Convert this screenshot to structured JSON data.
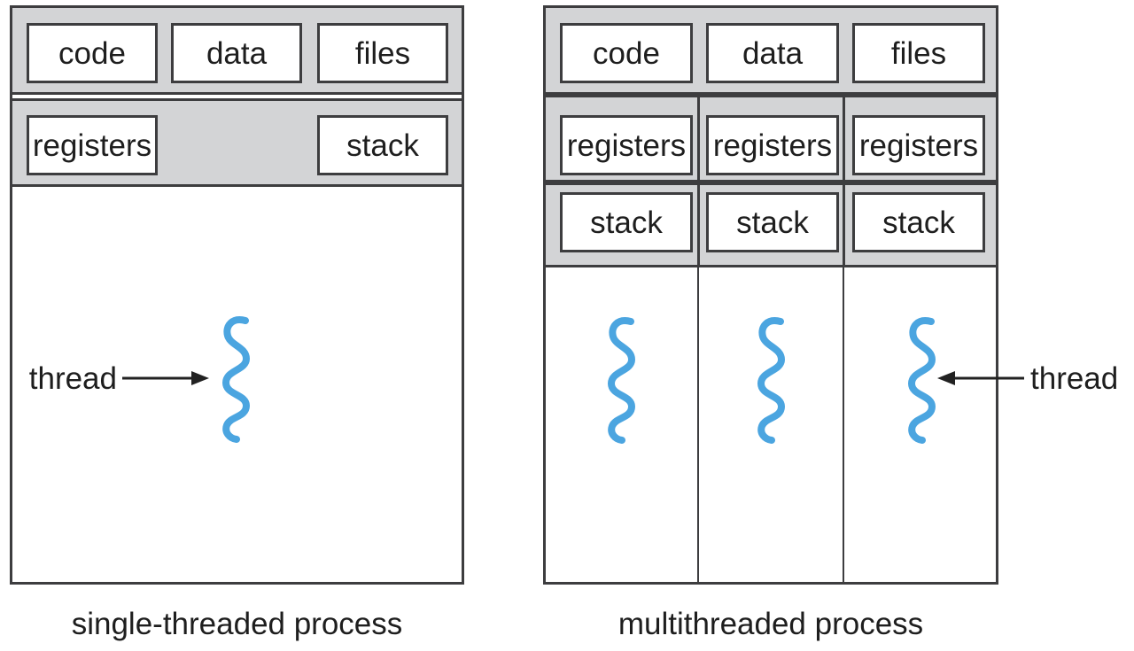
{
  "figure": {
    "left": {
      "caption": "single-threaded process",
      "resource_boxes": [
        "code",
        "data",
        "files"
      ],
      "context_boxes": [
        "registers",
        "stack"
      ],
      "thread_label": "thread"
    },
    "right": {
      "caption": "multithreaded process",
      "resource_boxes": [
        "code",
        "data",
        "files"
      ],
      "thread_columns": [
        {
          "registers": "registers",
          "stack": "stack"
        },
        {
          "registers": "registers",
          "stack": "stack"
        },
        {
          "registers": "registers",
          "stack": "stack"
        }
      ],
      "thread_label": "thread"
    },
    "colors": {
      "band_gray": "#d3d4d6",
      "border_dark": "#3d3d3f",
      "thread_blue": "#4BA5E0",
      "background": "#ffffff",
      "text": "#1e1e1e"
    }
  }
}
